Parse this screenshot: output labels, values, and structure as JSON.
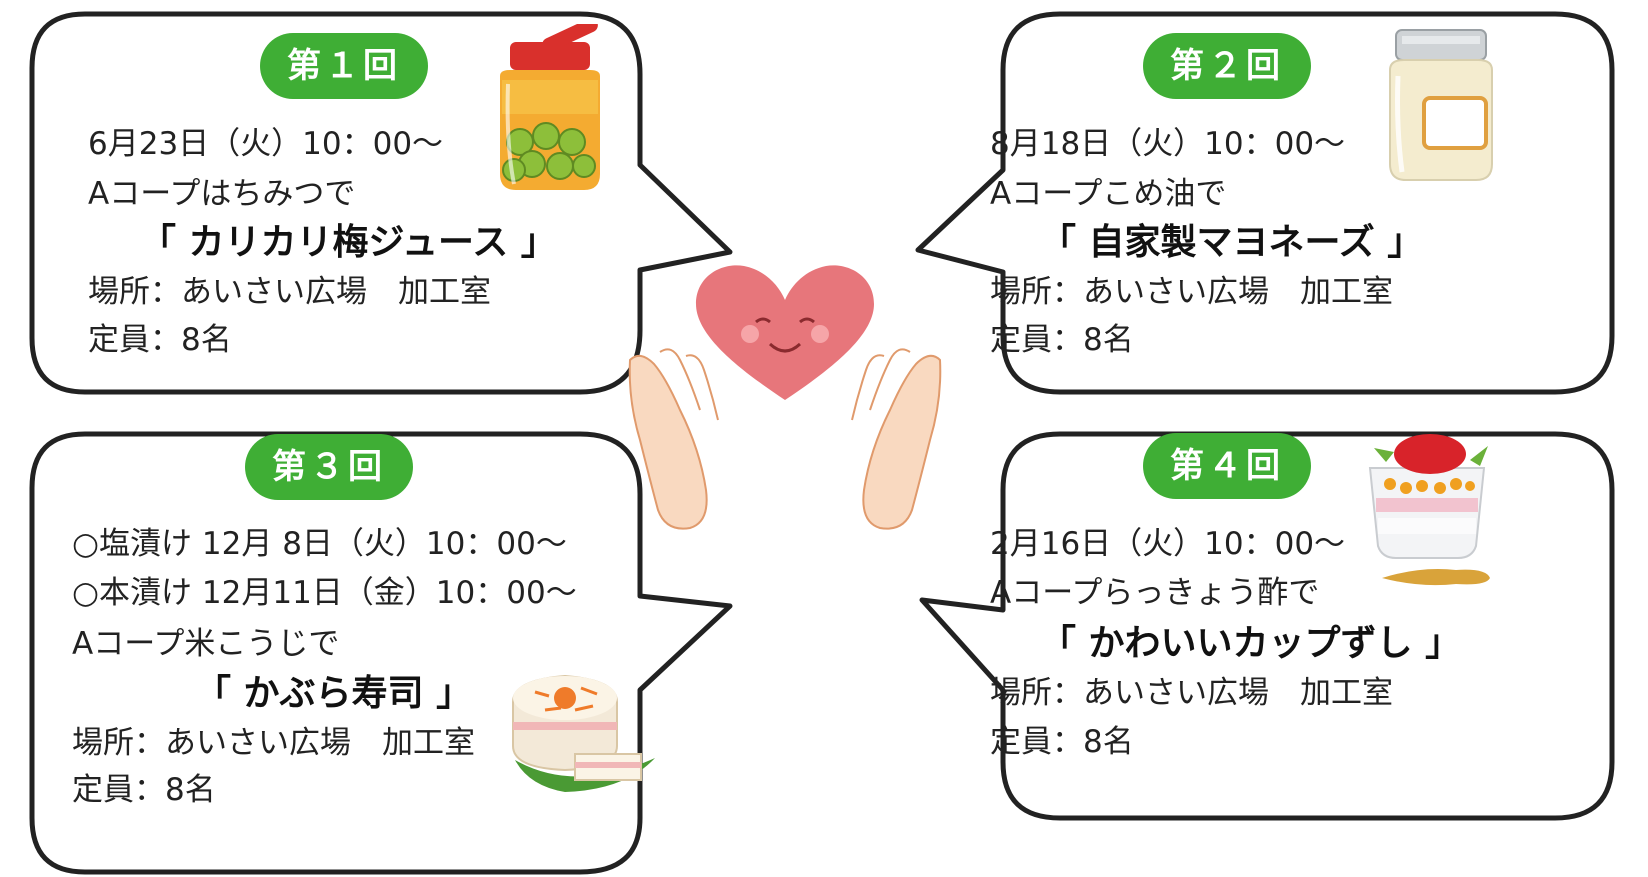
{
  "sessions": [
    {
      "badge": "第１回",
      "lines": [
        "6月23日（火）10：00～",
        "Aコープはちみつで"
      ],
      "title": "「 カリカリ梅ジュース 」",
      "place": "場所：あいさい広場　加工室",
      "capacity": "定員：8名",
      "illustration": "pickled-plum-jar"
    },
    {
      "badge": "第２回",
      "lines": [
        "8月18日（火）10：00～",
        "Aコープこめ油で"
      ],
      "title": "「 自家製マヨネーズ 」",
      "place": "場所：あいさい広場　加工室",
      "capacity": "定員：8名",
      "illustration": "mayonnaise-jar"
    },
    {
      "badge": "第３回",
      "lines": [
        "○塩漬け 12月  8日（火）10：00～",
        "○本漬け 12月11日（金）10：00～",
        "Aコープ米こうじで"
      ],
      "title": "「 かぶら寿司 」",
      "place": "場所：あいさい広場　加工室",
      "capacity": "定員：8名",
      "illustration": "kabura-sushi"
    },
    {
      "badge": "第４回",
      "lines": [
        "2月16日（火）10：00～",
        "Aコープらっきょう酢で"
      ],
      "title": "「 かわいいカップずし 」",
      "place": "場所：あいさい広場　加工室",
      "capacity": "定員：8名",
      "illustration": "cup-sushi"
    }
  ],
  "center_illustration": "smiling-heart-with-hands",
  "colors": {
    "badge": "#3fae35",
    "outline": "#222222",
    "heart": "#e56a70"
  }
}
